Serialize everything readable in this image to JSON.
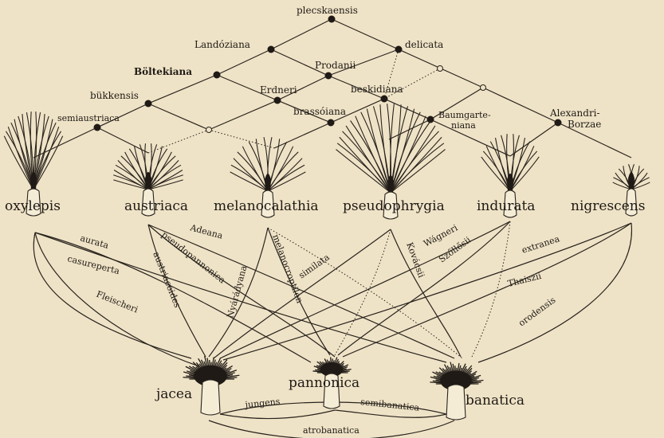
{
  "diagram": {
    "hybrid_nodes": [
      {
        "id": "plecskaensis",
        "label": "plecskaensis"
      },
      {
        "id": "landoziana",
        "label": "Landóziana"
      },
      {
        "id": "delicata",
        "label": "delicata"
      },
      {
        "id": "prodanii",
        "label": "Prodanii"
      },
      {
        "id": "boltekiana",
        "label": "Böltekiana"
      },
      {
        "id": "erdneri",
        "label": "Erdneri"
      },
      {
        "id": "beskidiana",
        "label": "beskidiana"
      },
      {
        "id": "bukkensis",
        "label": "bükkensis"
      },
      {
        "id": "brassoiana",
        "label": "brassóiana"
      },
      {
        "id": "baumgarteniana",
        "label": "Baumgarte-\nniana"
      },
      {
        "id": "semiaustriaca",
        "label": "semiaustriaca"
      },
      {
        "id": "alexandri",
        "label": "Alexandri-\nBorzae"
      }
    ],
    "species_top": [
      {
        "id": "oxylepis",
        "label": "oxylepis"
      },
      {
        "id": "austriaca",
        "label": "austriaca"
      },
      {
        "id": "melanocalathia",
        "label": "melanocalathia"
      },
      {
        "id": "pseudophrygia",
        "label": "pseudophrygia"
      },
      {
        "id": "indurata",
        "label": "indurata"
      },
      {
        "id": "nigrescens",
        "label": "nigrescens"
      }
    ],
    "species_bottom": [
      {
        "id": "jacea",
        "label": "jacea"
      },
      {
        "id": "pannonica",
        "label": "pannonica"
      },
      {
        "id": "banatica",
        "label": "banatica"
      }
    ],
    "link_labels": [
      {
        "id": "aurata",
        "label": "aurata"
      },
      {
        "id": "adeana",
        "label": "Adeana"
      },
      {
        "id": "pseudopannonica",
        "label": "pseudopannonica"
      },
      {
        "id": "casureperta",
        "label": "casureperta"
      },
      {
        "id": "austriacoides",
        "label": "austriacoides"
      },
      {
        "id": "fleischeri",
        "label": "Fleischeri"
      },
      {
        "id": "nyaradyana",
        "label": "Nyárádyana"
      },
      {
        "id": "melanocroptilon",
        "label": "melanocroptilon"
      },
      {
        "id": "similata",
        "label": "similata"
      },
      {
        "id": "kovacsii",
        "label": "Kovácsii"
      },
      {
        "id": "wagneri",
        "label": "Wágneri"
      },
      {
        "id": "szollosii",
        "label": "Szőllősii"
      },
      {
        "id": "extranea",
        "label": "extranea"
      },
      {
        "id": "thaiszii",
        "label": "Thaiszii"
      },
      {
        "id": "orodensis",
        "label": "orodensis"
      },
      {
        "id": "jungens",
        "label": "jungens"
      },
      {
        "id": "semibanatica",
        "label": "semibanatica"
      },
      {
        "id": "atrobanatica",
        "label": "atrobanatica"
      }
    ]
  }
}
